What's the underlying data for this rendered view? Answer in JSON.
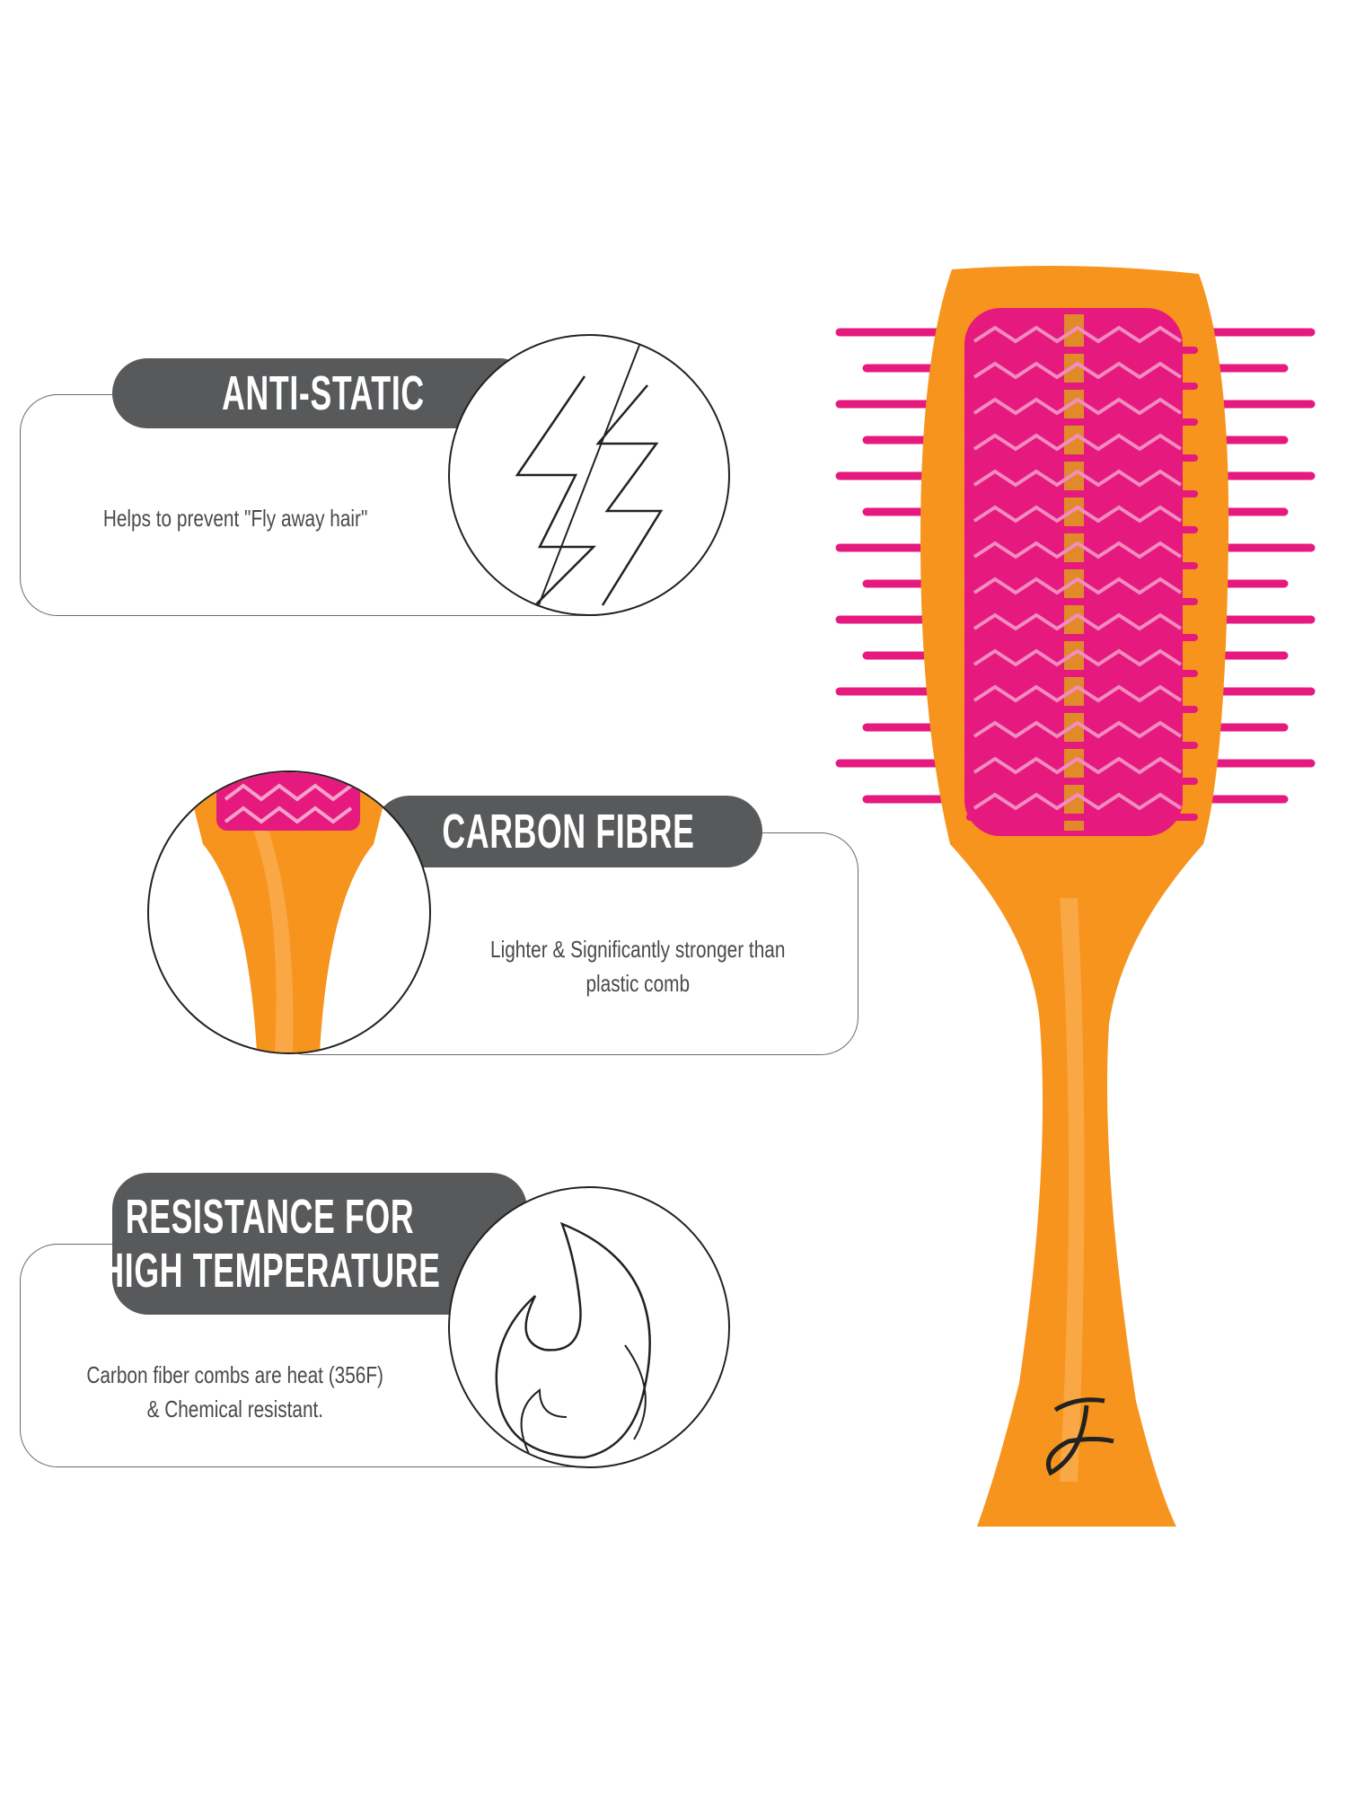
{
  "features": [
    {
      "title": "ANTI-STATIC",
      "description": [
        "Helps to prevent \"Fly away hair\""
      ],
      "icon": "lightning-bolt-icon"
    },
    {
      "title": "CARBON FIBRE",
      "description": [
        "Lighter & Significantly stronger than",
        "plastic comb"
      ],
      "icon": "brush-handle-closeup"
    },
    {
      "title_lines": [
        "RESISTANCE FOR",
        "HIGH TEMPERATURE"
      ],
      "description": [
        "Carbon fiber combs are heat (356F)",
        "& Chemical resistant."
      ],
      "icon": "flame-icon"
    }
  ],
  "colors": {
    "pill": "#58595b",
    "brush_body": "#f7941d",
    "bristles": "#e6197e"
  }
}
